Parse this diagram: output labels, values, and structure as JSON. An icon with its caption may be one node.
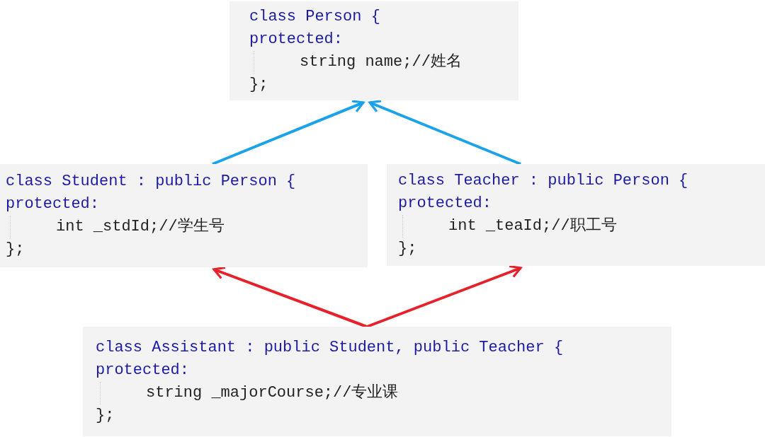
{
  "diagram": {
    "nodes": [
      {
        "text": [
          "class Person {",
          "protected:",
          "string name;//姓名",
          "};"
        ]
      },
      {
        "text": [
          "class Student : public Person {",
          "protected:",
          "int _stdId;//学生号",
          "};"
        ]
      },
      {
        "text": [
          "class Teacher : public Person {",
          "protected:",
          "int _teaId;//职工号",
          "};"
        ]
      },
      {
        "text": [
          "class Assistant : public Student, public Teacher {",
          "protected:",
          "string _majorCourse;//专业课",
          "};"
        ]
      }
    ],
    "edges": [
      {
        "from": 1,
        "to": 0,
        "arrow": "to",
        "color": "#1aa3e8"
      },
      {
        "from": 2,
        "to": 0,
        "arrow": "to",
        "color": "#1aa3e8"
      },
      {
        "from": 3,
        "to": 1,
        "arrow": "to",
        "color": "#e8202a"
      },
      {
        "from": 3,
        "to": 2,
        "arrow": "to",
        "color": "#e8202a"
      }
    ]
  }
}
